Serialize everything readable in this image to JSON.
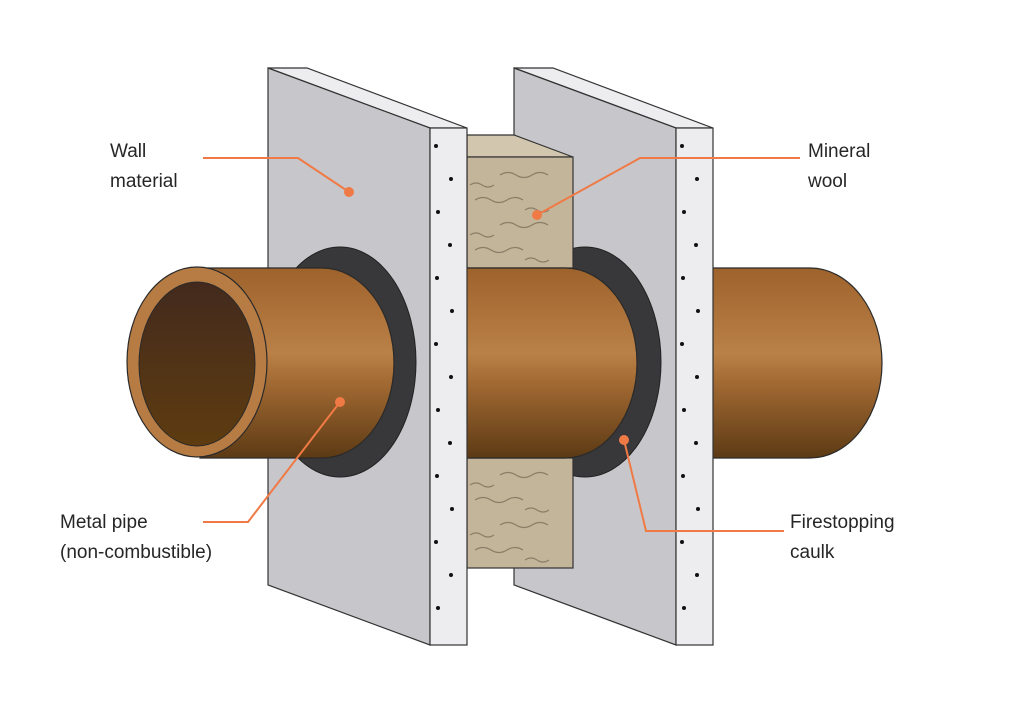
{
  "labels": {
    "wall_material": [
      "Wall",
      "material"
    ],
    "mineral_wool": [
      "Mineral",
      "wool"
    ],
    "metal_pipe": [
      "Metal pipe",
      "(non-combustible)"
    ],
    "firestopping_caulk": [
      "Firestopping",
      "caulk"
    ]
  },
  "colors": {
    "leader": "#f07a45",
    "wall_face": "#c7c7cb",
    "wall_edge": "#ededf0",
    "wool": "#c2b59a",
    "caulk": "#38383a",
    "pipe_top": "#a0652e",
    "pipe_mid": "#b98047",
    "pipe_bottom": "#5c3a14"
  }
}
